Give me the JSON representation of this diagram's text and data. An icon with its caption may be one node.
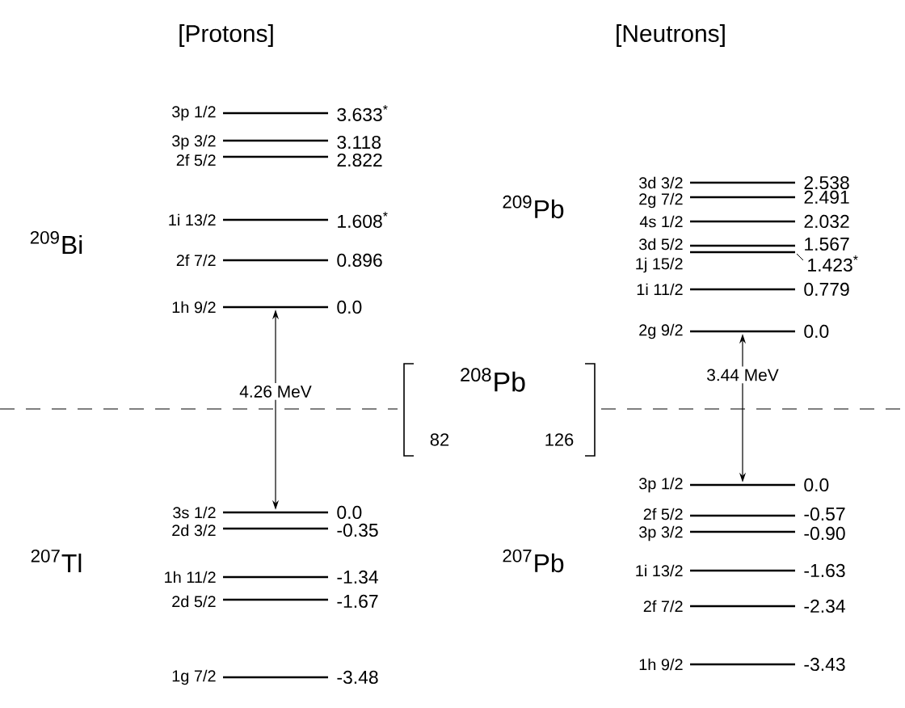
{
  "diagram": {
    "nodes": [
      {
        "text": [
          "3p 1/2",
          "3.633$^{*}$"
        ]
      },
      {
        "text": [
          "3p 3/2",
          "3.118"
        ]
      },
      {
        "text": [
          "2f 5/2",
          "2.822"
        ]
      },
      {
        "text": [
          "1i 13/2",
          "1.608$^{*}$"
        ]
      },
      {
        "text": [
          "2f 7/2",
          "0.896"
        ]
      },
      {
        "text": [
          "1h 9/2",
          "0.0"
        ]
      },
      {
        "text": [
          "3d 3/2",
          "2.538"
        ]
      },
      {
        "text": [
          "2g 7/2",
          "2.491"
        ]
      },
      {
        "text": [
          "4s 1/2",
          "2.032"
        ]
      },
      {
        "text": [
          "3d 5/2",
          "1.567"
        ]
      },
      {
        "text": [
          "1j 15/2",
          "1.423$^{*}$"
        ]
      },
      {
        "text": [
          "1i 11/2",
          "0.779"
        ]
      },
      {
        "text": [
          "2g 9/2",
          "0.0"
        ]
      },
      {
        "text": [
          "3s 1/2",
          "0.0"
        ]
      },
      {
        "text": [
          "2d 3/2",
          "-0.35"
        ]
      },
      {
        "text": [
          "1h 11/2",
          "-1.34"
        ]
      },
      {
        "text": [
          "2d 5/2",
          "-1.67"
        ]
      },
      {
        "text": [
          "1g 7/2",
          "-3.48"
        ]
      },
      {
        "text": [
          "3p 1/2",
          "0.0"
        ]
      },
      {
        "text": [
          "2f 5/2",
          "-0.57"
        ]
      },
      {
        "text": [
          "3p 3/2",
          "-0.90"
        ]
      },
      {
        "text": [
          "1i 13/2",
          "-1.63"
        ]
      },
      {
        "text": [
          "2f 7/2",
          "-2.34"
        ]
      },
      {
        "text": [
          "1h 9/2",
          "-3.43"
        ]
      }
    ],
    "edges": [
      {
        "from": 5,
        "to": 13,
        "arrow": "both",
        "label": "4.26 MeV"
      },
      {
        "from": 12,
        "to": 18,
        "arrow": "both",
        "label": "3.44 MeV"
      }
    ],
    "labels": [
      "[Protons]",
      "[Neutrons]",
      "$^{209}$Bi",
      "$^{209}$Pb",
      "$^{208}$Pb",
      "82",
      "126",
      "$^{207}$Tl",
      "$^{207}$Pb"
    ]
  }
}
